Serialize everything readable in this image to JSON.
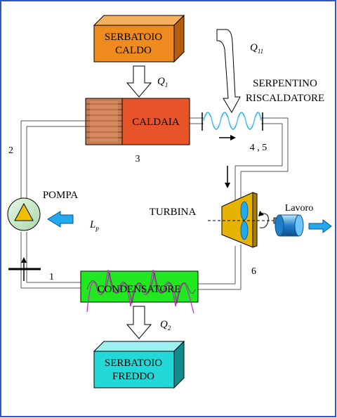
{
  "components": {
    "hot_reservoir": {
      "line1": "SERBATOIO",
      "line2": "CALDO",
      "color": "#ee8a1e"
    },
    "cold_reservoir": {
      "line1": "SERBATOIO",
      "line2": "FREDDO",
      "color": "#22d8d8"
    },
    "boiler": {
      "label": "CALDAIA",
      "color": "#e8542a"
    },
    "condenser": {
      "label": "CONDENSATORE",
      "color": "#22e822"
    },
    "turbine": {
      "label": "TURBINA",
      "color": "#e6b300"
    },
    "pump": {
      "label": "POMPA"
    },
    "reheater": {
      "line1": "SERPENTINO",
      "line2": "RISCALDATORE"
    },
    "work": {
      "label": "Lavoro"
    }
  },
  "heat_labels": {
    "q1": {
      "base": "Q",
      "sub": "1"
    },
    "q11": {
      "base": "Q",
      "sub": "11"
    },
    "q2": {
      "base": "Q",
      "sub": "2"
    },
    "lp": {
      "base": "L",
      "sub": "p"
    }
  },
  "state_points": {
    "p1": "1",
    "p2": "2",
    "p3": "3",
    "p45": "4 , 5",
    "p6": "6"
  },
  "colors": {
    "pipe": "#555555",
    "arrow_blue": "#22aaee",
    "coil_blue": "#22aaee",
    "coil_magenta": "#cc22cc",
    "frame_blue": "#3355cc"
  }
}
